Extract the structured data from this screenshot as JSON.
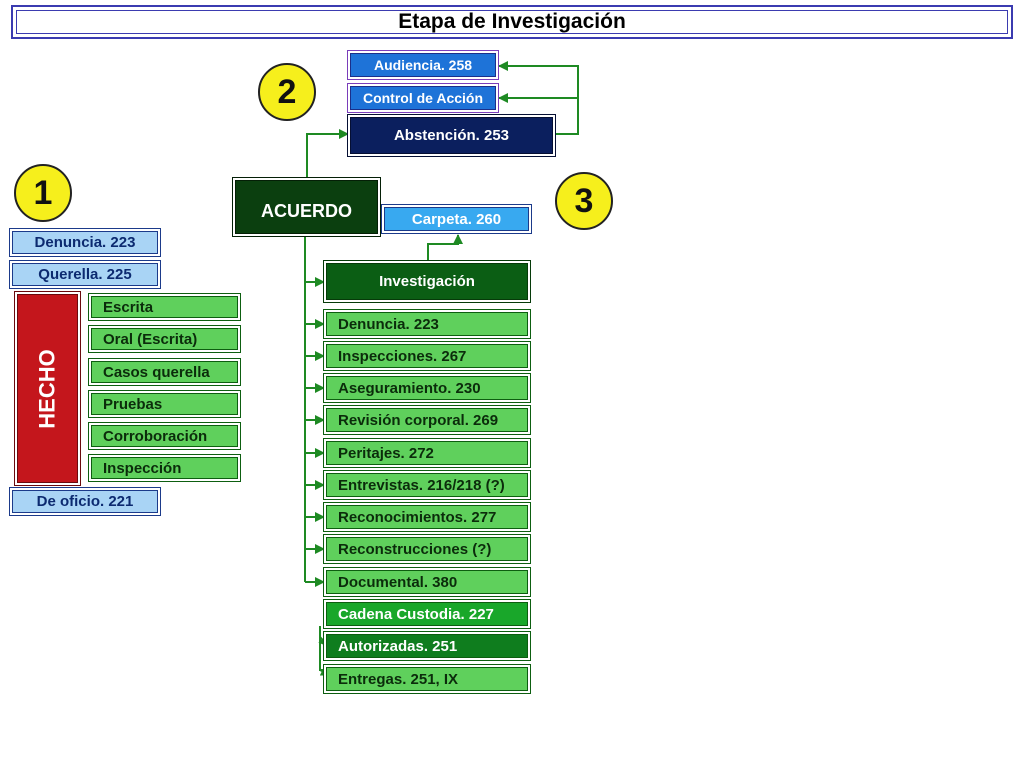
{
  "title": "Etapa de Investigación",
  "markers": [
    "1",
    "2",
    "3"
  ],
  "left": {
    "denuncia": "Denuncia. 223",
    "querella": "Querella. 225",
    "hecho": "HECHO",
    "items": [
      "Escrita",
      "Oral (Escrita)",
      "Casos querella",
      "Pruebas",
      "Corroboración",
      "Inspección"
    ],
    "de_oficio": "De oficio. 221"
  },
  "acuerdo": "ACUERDO",
  "top": {
    "audiencia": "Audiencia. 258",
    "control": "Control de Acción",
    "abstencion": "Abstención. 253"
  },
  "carpeta": "Carpeta. 260",
  "investigacion": {
    "header": "Investigación",
    "items": [
      "Denuncia. 223",
      "Inspecciones. 267",
      "Aseguramiento. 230",
      "Revisión corporal. 269",
      "Peritajes. 272",
      "Entrevistas. 216/218 (?)",
      "Reconocimientos. 277",
      "Reconstrucciones (?)",
      "Documental. 380"
    ],
    "cadena": "Cadena Custodia. 227",
    "autorizadas": "Autorizadas. 251",
    "entregas": "Entregas. 251, IX"
  },
  "colors": {
    "connector": "#1e8a23",
    "marker": "#f6ef1c"
  }
}
